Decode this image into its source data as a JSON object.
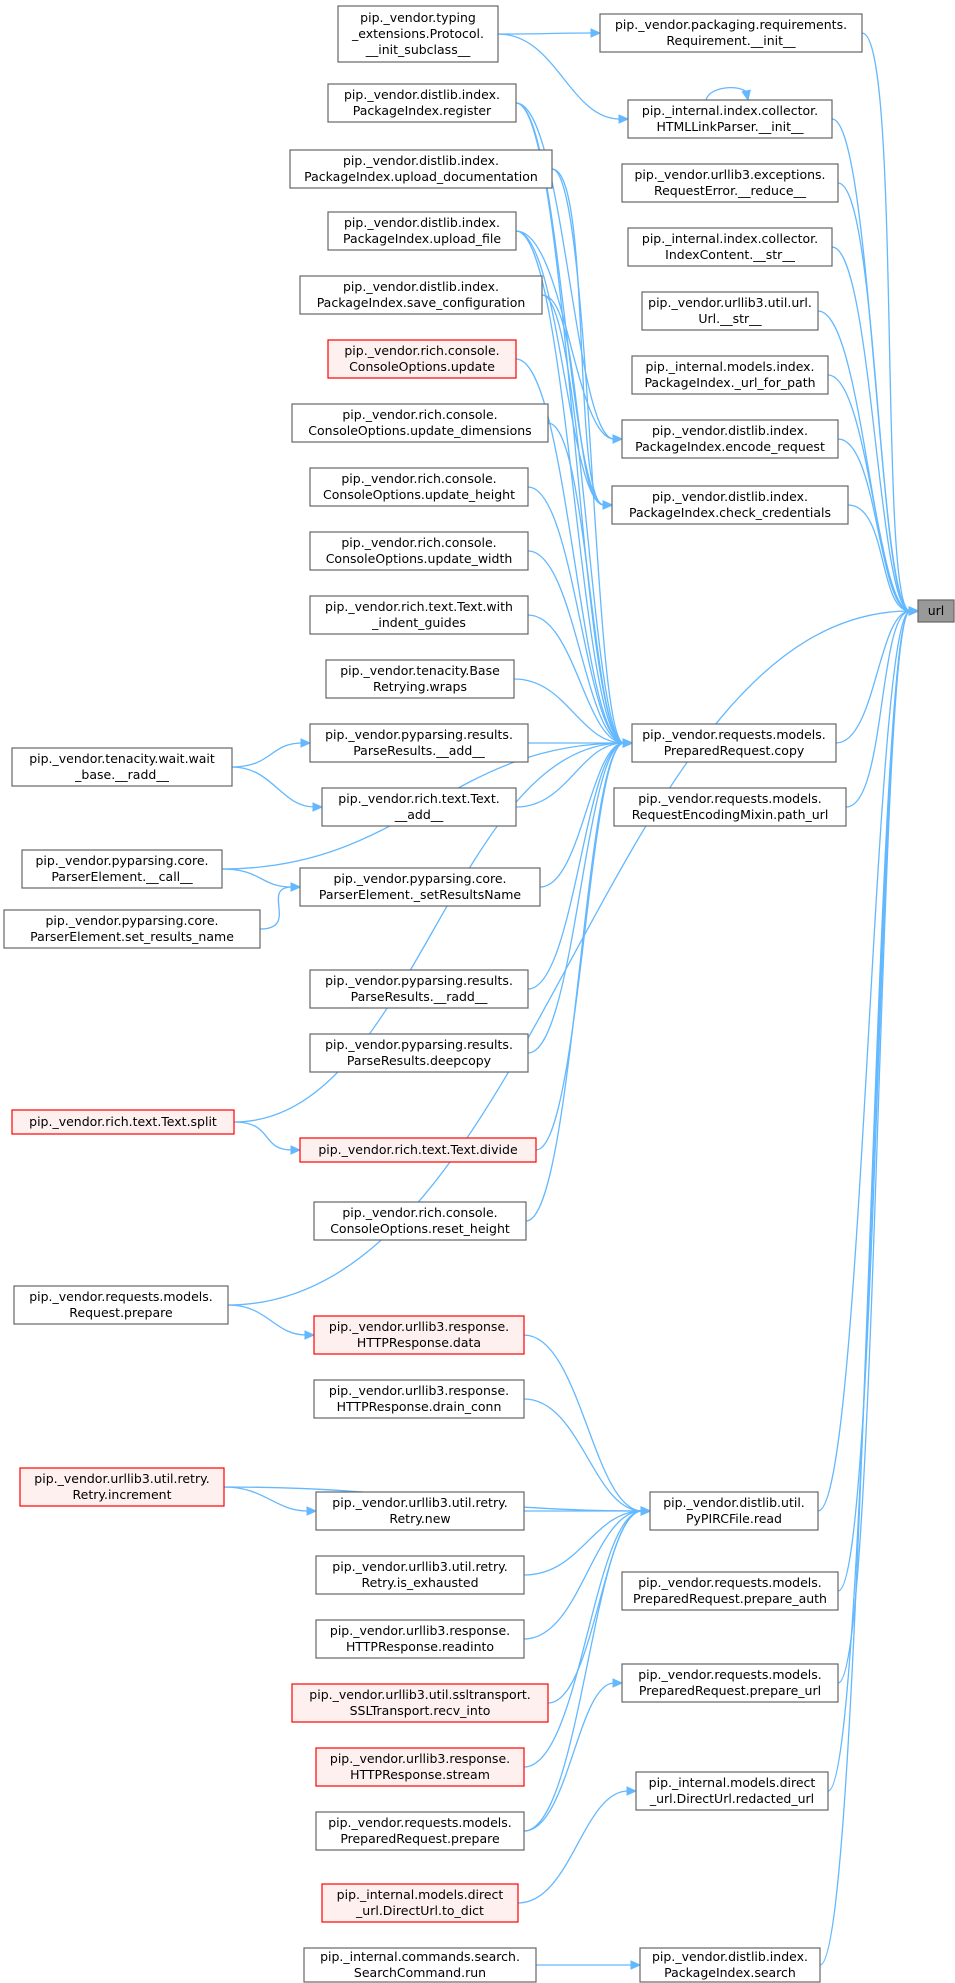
{
  "graph": {
    "nodes": [
      {
        "id": "url",
        "lines": [
          "url"
        ],
        "style": "target"
      },
      {
        "id": "tp",
        "lines": [
          "pip._vendor.typing",
          "_extensions.Protocol.",
          "__init_subclass__"
        ]
      },
      {
        "id": "rq",
        "lines": [
          "pip._vendor.packaging.requirements.",
          "Requirement.__init__"
        ]
      },
      {
        "id": "hl",
        "lines": [
          "pip._internal.index.collector.",
          "HTMLLinkParser.__init__"
        ]
      },
      {
        "id": "reg",
        "lines": [
          "pip._vendor.distlib.index.",
          "PackageIndex.register"
        ]
      },
      {
        "id": "udoc",
        "lines": [
          "pip._vendor.distlib.index.",
          "PackageIndex.upload_documentation"
        ]
      },
      {
        "id": "ure",
        "lines": [
          "pip._vendor.urllib3.exceptions.",
          "RequestError.__reduce__"
        ]
      },
      {
        "id": "ufile",
        "lines": [
          "pip._vendor.distlib.index.",
          "PackageIndex.upload_file"
        ]
      },
      {
        "id": "icstr",
        "lines": [
          "pip._internal.index.collector.",
          "IndexContent.__str__"
        ]
      },
      {
        "id": "scfg",
        "lines": [
          "pip._vendor.distlib.index.",
          "PackageIndex.save_configuration"
        ]
      },
      {
        "id": "ustr",
        "lines": [
          "pip._vendor.urllib3.util.url.",
          "Url.__str__"
        ]
      },
      {
        "id": "cupd",
        "lines": [
          "pip._vendor.rich.console.",
          "ConsoleOptions.update"
        ],
        "style": "red"
      },
      {
        "id": "ufp",
        "lines": [
          "pip._internal.models.index.",
          "PackageIndex._url_for_path"
        ]
      },
      {
        "id": "cdim",
        "lines": [
          "pip._vendor.rich.console.",
          "ConsoleOptions.update_dimensions"
        ]
      },
      {
        "id": "encr",
        "lines": [
          "pip._vendor.distlib.index.",
          "PackageIndex.encode_request"
        ]
      },
      {
        "id": "chgt",
        "lines": [
          "pip._vendor.rich.console.",
          "ConsoleOptions.update_height"
        ]
      },
      {
        "id": "ccred",
        "lines": [
          "pip._vendor.distlib.index.",
          "PackageIndex.check_credentials"
        ]
      },
      {
        "id": "cwid",
        "lines": [
          "pip._vendor.rich.console.",
          "ConsoleOptions.update_width"
        ]
      },
      {
        "id": "twig",
        "lines": [
          "pip._vendor.rich.text.Text.with",
          "_indent_guides"
        ]
      },
      {
        "id": "tenw",
        "lines": [
          "pip._vendor.tenacity.Base",
          "Retrying.wraps"
        ]
      },
      {
        "id": "pradd",
        "lines": [
          "pip._vendor.pyparsing.results.",
          "ParseResults.__add__"
        ]
      },
      {
        "id": "copy",
        "lines": [
          "pip._vendor.requests.models.",
          "PreparedRequest.copy"
        ]
      },
      {
        "id": "tww",
        "lines": [
          "pip._vendor.tenacity.wait.wait",
          "_base.__radd__"
        ]
      },
      {
        "id": "tadd",
        "lines": [
          "pip._vendor.rich.text.Text.",
          "__add__"
        ]
      },
      {
        "id": "purl",
        "lines": [
          "pip._vendor.requests.models.",
          "RequestEncodingMixin.path_url"
        ]
      },
      {
        "id": "pcall",
        "lines": [
          "pip._vendor.pyparsing.core.",
          "ParserElement.__call__"
        ]
      },
      {
        "id": "psrn",
        "lines": [
          "pip._vendor.pyparsing.core.",
          "ParserElement._setResultsName"
        ]
      },
      {
        "id": "psrn2",
        "lines": [
          "pip._vendor.pyparsing.core.",
          "ParserElement.set_results_name"
        ]
      },
      {
        "id": "prradd",
        "lines": [
          "pip._vendor.pyparsing.results.",
          "ParseResults.__radd__"
        ]
      },
      {
        "id": "prdc",
        "lines": [
          "pip._vendor.pyparsing.results.",
          "ParseResults.deepcopy"
        ]
      },
      {
        "id": "tsplit",
        "lines": [
          "pip._vendor.rich.text.Text.split"
        ],
        "style": "red"
      },
      {
        "id": "tdiv",
        "lines": [
          "pip._vendor.rich.text.Text.divide"
        ],
        "style": "red"
      },
      {
        "id": "crh",
        "lines": [
          "pip._vendor.rich.console.",
          "ConsoleOptions.reset_height"
        ]
      },
      {
        "id": "reqp",
        "lines": [
          "pip._vendor.requests.models.",
          "Request.prepare"
        ]
      },
      {
        "id": "hrd",
        "lines": [
          "pip._vendor.urllib3.response.",
          "HTTPResponse.data"
        ],
        "style": "red"
      },
      {
        "id": "hdc",
        "lines": [
          "pip._vendor.urllib3.response.",
          "HTTPResponse.drain_conn"
        ]
      },
      {
        "id": "rinc",
        "lines": [
          "pip._vendor.urllib3.util.retry.",
          "Retry.increment"
        ],
        "style": "red"
      },
      {
        "id": "rnew",
        "lines": [
          "pip._vendor.urllib3.util.retry.",
          "Retry.new"
        ]
      },
      {
        "id": "pypirc",
        "lines": [
          "pip._vendor.distlib.util.",
          "PyPIRCFile.read"
        ]
      },
      {
        "id": "rexh",
        "lines": [
          "pip._vendor.urllib3.util.retry.",
          "Retry.is_exhausted"
        ]
      },
      {
        "id": "pauth",
        "lines": [
          "pip._vendor.requests.models.",
          "PreparedRequest.prepare_auth"
        ]
      },
      {
        "id": "hrinto",
        "lines": [
          "pip._vendor.urllib3.response.",
          "HTTPResponse.readinto"
        ]
      },
      {
        "id": "ssl",
        "lines": [
          "pip._vendor.urllib3.util.ssltransport.",
          "SSLTransport.recv_into"
        ],
        "style": "red"
      },
      {
        "id": "purl2",
        "lines": [
          "pip._vendor.requests.models.",
          "PreparedRequest.prepare_url"
        ]
      },
      {
        "id": "hstream",
        "lines": [
          "pip._vendor.urllib3.response.",
          "HTTPResponse.stream"
        ],
        "style": "red"
      },
      {
        "id": "ddu",
        "lines": [
          "pip._internal.models.direct",
          "_url.DirectUrl.redacted_url"
        ]
      },
      {
        "id": "prp",
        "lines": [
          "pip._vendor.requests.models.",
          "PreparedRequest.prepare"
        ]
      },
      {
        "id": "dtd",
        "lines": [
          "pip._internal.models.direct",
          "_url.DirectUrl.to_dict"
        ],
        "style": "red"
      },
      {
        "id": "srch",
        "lines": [
          "pip._vendor.distlib.index.",
          "PackageIndex.search"
        ]
      },
      {
        "id": "scmd",
        "lines": [
          "pip._internal.commands.search.",
          "SearchCommand.run"
        ]
      }
    ],
    "edges": [
      [
        "tp",
        "rq"
      ],
      [
        "tp",
        "hl"
      ],
      [
        "hl",
        "hl"
      ],
      [
        "rq",
        "url"
      ],
      [
        "hl",
        "url"
      ],
      [
        "ure",
        "url"
      ],
      [
        "icstr",
        "url"
      ],
      [
        "ustr",
        "url"
      ],
      [
        "ufp",
        "url"
      ],
      [
        "encr",
        "url"
      ],
      [
        "ccred",
        "url"
      ],
      [
        "copy",
        "url"
      ],
      [
        "purl",
        "url"
      ],
      [
        "reqp",
        "url"
      ],
      [
        "pypirc",
        "url"
      ],
      [
        "pauth",
        "url"
      ],
      [
        "purl2",
        "url"
      ],
      [
        "ddu",
        "url"
      ],
      [
        "srch",
        "url"
      ],
      [
        "reg",
        "encr"
      ],
      [
        "reg",
        "ccred"
      ],
      [
        "udoc",
        "ccred"
      ],
      [
        "ufile",
        "encr"
      ],
      [
        "ufile",
        "ccred"
      ],
      [
        "scfg",
        "ccred"
      ],
      [
        "reg",
        "copy"
      ],
      [
        "udoc",
        "copy"
      ],
      [
        "ufile",
        "copy"
      ],
      [
        "scfg",
        "copy"
      ],
      [
        "cupd",
        "copy"
      ],
      [
        "cdim",
        "copy"
      ],
      [
        "chgt",
        "copy"
      ],
      [
        "cwid",
        "copy"
      ],
      [
        "twig",
        "copy"
      ],
      [
        "tenw",
        "copy"
      ],
      [
        "pradd",
        "copy"
      ],
      [
        "tadd",
        "copy"
      ],
      [
        "pcall",
        "copy"
      ],
      [
        "psrn",
        "copy"
      ],
      [
        "prradd",
        "copy"
      ],
      [
        "prdc",
        "copy"
      ],
      [
        "tsplit",
        "copy"
      ],
      [
        "tdiv",
        "copy"
      ],
      [
        "crh",
        "copy"
      ],
      [
        "tww",
        "pradd"
      ],
      [
        "tww",
        "tadd"
      ],
      [
        "psrn2",
        "psrn"
      ],
      [
        "pcall",
        "psrn"
      ],
      [
        "tsplit",
        "tdiv"
      ],
      [
        "reqp",
        "hrd"
      ],
      [
        "rinc",
        "rnew"
      ],
      [
        "hrd",
        "pypirc"
      ],
      [
        "hdc",
        "pypirc"
      ],
      [
        "rinc",
        "pypirc"
      ],
      [
        "rnew",
        "pypirc"
      ],
      [
        "rexh",
        "pypirc"
      ],
      [
        "hrinto",
        "pypirc"
      ],
      [
        "ssl",
        "pypirc"
      ],
      [
        "hstream",
        "pypirc"
      ],
      [
        "prp",
        "pypirc"
      ],
      [
        "prp",
        "purl2"
      ],
      [
        "dtd",
        "ddu"
      ],
      [
        "scmd",
        "srch"
      ]
    ]
  }
}
